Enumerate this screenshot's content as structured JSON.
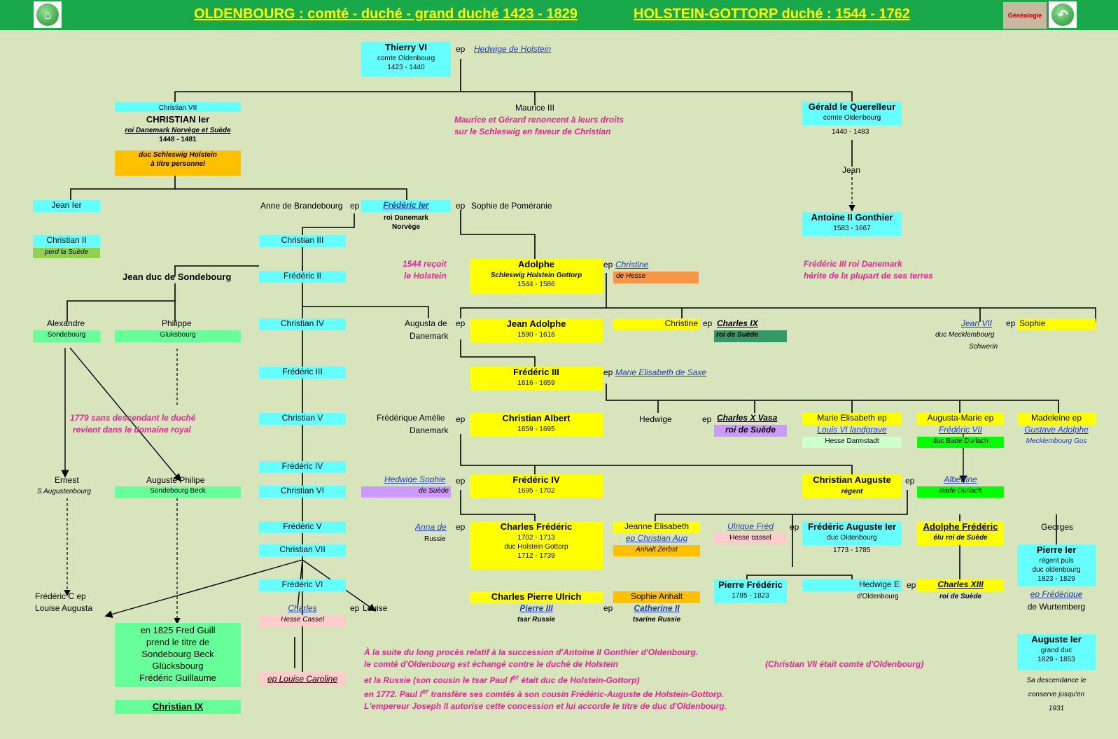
{
  "header": {
    "title_left": "OLDENBOURG : comté - duché - grand duché 1423 - 1829",
    "title_right": "HOLSTEIN-GOTTORP duché : 1544 - 1762",
    "home_icon": "home-icon",
    "back_icon": "back-arrow-icon",
    "logo_text": "Généalogie"
  },
  "colors": {
    "background": "#d8e4bc",
    "header": "#1aa94a",
    "title": "#ffff00",
    "cyan": "#66ffff",
    "yellow": "#ffff00",
    "green": "#66ff99",
    "orange": "#ffc000",
    "magenta_text": "#e4269a"
  },
  "nodes": {
    "thierry": {
      "name": "Thierry VI",
      "title": "comte Oldenbourg",
      "dates": "1423 - 1440"
    },
    "thierry_ep": "ep",
    "hedwige_holstein": "Hedwige de Holstein",
    "christian1": {
      "pre": "Christian VII",
      "name": "CHRISTIAN Ier",
      "title": "roi Danemark Norvège et Suède",
      "dates": "1448 - 1481",
      "duc1": "duc Schleswig Holstein",
      "duc2": "à titre personnel"
    },
    "maurice": "Maurice III",
    "maurice_note1": "Maurice et Gérard renoncent à leurs droits",
    "maurice_note2": "sur le Schleswig en faveur de Christian",
    "gerald": {
      "name": "Gérald le Querelleur",
      "title": "comte Oldenbourg",
      "dates": "1440 - 1483"
    },
    "jean": "Jean",
    "antoine": {
      "name": "Antoine II Gonthier",
      "dates": "1583 - 1667"
    },
    "jean1": "Jean Ier",
    "christian2": {
      "name": "Christian II",
      "note": "perd la Suède"
    },
    "anne": "Anne de Brandebourg",
    "ep": "ep",
    "frederic1": {
      "name": "Frédéric Ier",
      "t1": "roi Danemark",
      "t2": "Norvège"
    },
    "sophie_pom": "Sophie de Poméranie",
    "christian3": "Christian III",
    "jean_sond": "Jean duc de Sondebourg",
    "frederic2": "Frédéric II",
    "recoit1": "1544 reçoit",
    "recoit2": "le Holstein",
    "adolphe": {
      "name": "Adolphe",
      "title": "Schleswig Holstein Gottorp",
      "dates": "1544 - 1586"
    },
    "christine_hesse1": "Christine",
    "christine_hesse2": "de Hesse",
    "fred3_note1": "Frédéric III roi Danemark",
    "fred3_note2": "hérite de la plupart de ses terres",
    "alexandre": {
      "name": "Alexandre",
      "sub": "Sondebourg"
    },
    "philippe": {
      "name": "Philippe",
      "sub": "Gluksbourg"
    },
    "christian4": "Christian IV",
    "augusta": {
      "l1": "Augusta de",
      "l2": "Danemark"
    },
    "jean_adolphe": {
      "name": "Jean Adolphe",
      "dates": "1590 - 1616"
    },
    "christine2": "Christine",
    "charles9": {
      "name": "Charles IX",
      "title": "roi de Suède"
    },
    "jean7": {
      "name": "Jean VII",
      "t1": "duc Mecklembourg",
      "t2": "Schwerin"
    },
    "sophie": "Sophie",
    "frederic3": "Frédéric III",
    "frederic3g": {
      "name": "Frédéric III",
      "dates": "1616 - 1659"
    },
    "marie_elis_saxe": "Marie Elisabeth de Saxe",
    "note1779_1": "1779 sans descendant le duché",
    "note1779_2": "revient dans le domaine royal",
    "christian5": "Christian V",
    "fred_amelie": {
      "l1": "Frédérique Amélie",
      "l2": "Danemark"
    },
    "christian_albert": {
      "name": "Christian Albert",
      "dates": "1659 - 1695"
    },
    "hedwig": "Hedwige",
    "charles10": {
      "name": "Charles X Vasa",
      "title": "roi de Suède"
    },
    "marie_elis": {
      "l1": "Marie Elisabeth ep",
      "l2": "Louis VI landgrave",
      "l3": "Hesse Darmstadt"
    },
    "augusta_marie": {
      "l1": "Augusta-Marie ep",
      "l2": "Frédéric VII",
      "l3": "duc Bade Durlach"
    },
    "madeleine": {
      "l1": "Madeleine ep",
      "l2": "Gustave Adolphe",
      "l3": "Mecklembourg Gus"
    },
    "frederic4": "Frédéric IV",
    "christian6": "Christian VI",
    "hedwige_sophie": {
      "l1": "Hedwige Sophie",
      "l2": "de Suède"
    },
    "frederic4g": {
      "name": "Frédéric IV",
      "dates": "1695 - 1702"
    },
    "christian_auguste": {
      "name": "Christian Auguste",
      "title": "régent"
    },
    "albertine": {
      "l1": "Albertine",
      "l2": "Bade Durlach"
    },
    "ernest": {
      "name": "Ernest",
      "sub": "S Augustenbourg"
    },
    "auguste_philipe": {
      "name": "Auguste Philipe",
      "sub": "Sondebourg Beck"
    },
    "frederic5": "Frédéric V",
    "christian7": "Christian VII",
    "anna": {
      "l1": "Anna de",
      "l2": "Russie"
    },
    "charles_fred": {
      "name": "Charles Frédéric",
      "d1": "1702 - 1713",
      "t": "duc Holstein Gottorp",
      "d2": "1712 - 1739"
    },
    "jeanne_elis": {
      "l1": "Jeanne Elisabeth",
      "l2": "ep Christian Aug",
      "l3": "Anhalt Zerbst"
    },
    "ulrique": {
      "l1": "Ulrique Fréd",
      "l2": "Hesse cassel"
    },
    "fred_auguste": {
      "name": "Frédéric Auguste Ier",
      "t": "duc Oldenbourg",
      "dates": "1773 - 1785"
    },
    "adolphe_fred": {
      "name": "Adolphe Frédéric",
      "t": "élu roi de Suède"
    },
    "georges": "Georges",
    "pierre1": {
      "name": "Pierre Ier",
      "t1": "régent puis",
      "t2": "duc oldenbourg",
      "dates": "1823 - 1829",
      "ep1": "ep Frédérique",
      "ep2": "de Wurtemberg"
    },
    "fred_c": {
      "l1": "Frédéric C  ep",
      "l2": "Louise Augusta"
    },
    "frederic6": "Frédéric VI",
    "charles_hesse": {
      "l1": "Charles",
      "l2": "Hesse Cassel"
    },
    "louise": "Louise",
    "charles_pierre": {
      "name": "Charles Pierre Ulrich",
      "n2": "Pierre III",
      "t": "tsar Russie"
    },
    "sophie_anhalt": {
      "name": "Sophie Anhalt",
      "n2": "Catherine II",
      "t": "tsarine Russie"
    },
    "pierre_fred": {
      "name": "Pierre Frédéric",
      "dates": "1785 - 1823"
    },
    "hedwige_e": {
      "l1": "Hedwige E",
      "l2": "d'Oldenbourg"
    },
    "charles13": {
      "name": "Charles XIII",
      "t": "roi de Suède"
    },
    "fred_guill": {
      "l1": "en 1825 Fred Guill",
      "l2": "prend le titre de",
      "l3": "Sondebourg Beck",
      "l4": "Glücksbourg",
      "l5": "Frédéric Guillaume"
    },
    "christian9": "Christian IX",
    "louise_caroline": "ep Louise Caroline",
    "auguste1": {
      "name": "Auguste Ier",
      "t": "grand duc",
      "dates": "1829 - 1853",
      "n1": "Sa descendance le",
      "n2": "conserve jusqu'en",
      "n3": "1931"
    }
  },
  "notes": {
    "n1": "À la suite du long procès relatif à la succession d'Antoine II Gonthier d'Oldenbourg.",
    "n2": "le comté d'Oldenbourg est échangé contre le duché de Holstein",
    "n3a": " et la Russie (son cousin le tsar Paul I",
    "n3sup": "er",
    "n3b": " était duc de Holstein-Gottorp)",
    "n4a": "en 1772. Paul I",
    "n4sup": "er",
    "n4b": " transfère ses comtés à son cousin Frédéric-Auguste de Holstein-Gottorp.",
    "n5": "L'empereur Joseph II autorise cette concession et lui accorde le titre de duc d'Oldenbourg.",
    "n6": "(Christian VII était comte d'Oldenbourg)"
  }
}
